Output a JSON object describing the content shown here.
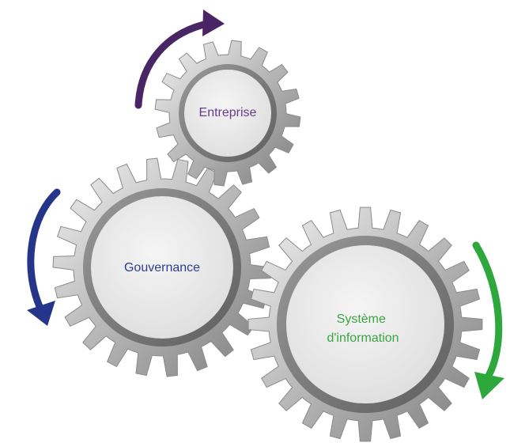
{
  "gears": [
    {
      "id": "entreprise",
      "lines": [
        "Entreprise"
      ],
      "color": "#6b3a8c",
      "rotation": "clockwise"
    },
    {
      "id": "gouvernance",
      "lines": [
        "Gouvernance"
      ],
      "color": "#2d3e8f",
      "rotation": "counter-clockwise"
    },
    {
      "id": "systeme",
      "lines": [
        "Système",
        "d'information"
      ],
      "color": "#3aa545",
      "rotation": "clockwise"
    }
  ],
  "arrows": [
    {
      "id": "entreprise",
      "color": "#4a2566",
      "icon": "curved-arrow-icon"
    },
    {
      "id": "gouvernance",
      "color": "#25358a",
      "icon": "curved-arrow-icon"
    },
    {
      "id": "systeme",
      "color": "#2ea83c",
      "icon": "curved-arrow-icon"
    }
  ],
  "colors": {
    "gear_metal_light": "#e6e6e6",
    "gear_metal_dark": "#8c8c8c",
    "gear_face": "#ededed"
  }
}
